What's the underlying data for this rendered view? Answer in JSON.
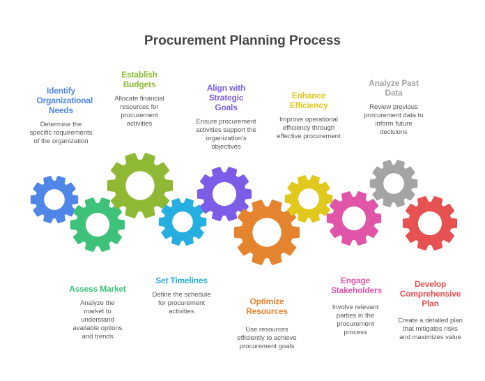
{
  "title": "Procurement Planning Process",
  "steps": [
    {
      "title": "Identify Organizational Needs",
      "desc": "Determine the specific requirements of the organization",
      "color": "#4f86e8"
    },
    {
      "title": "Assess Market",
      "desc": "Analyze the market to understand available options and trends",
      "color": "#3ec27a"
    },
    {
      "title": "Establish Budgets",
      "desc": "Allocate financial resources for procurement activities",
      "color": "#8fb935"
    },
    {
      "title": "Set Timelines",
      "desc": "Define the schedule for procurement activities",
      "color": "#27aee0"
    },
    {
      "title": "Align with Strategic Goals",
      "desc": "Ensure procurement activities support the organization's objectives",
      "color": "#7d5ce8"
    },
    {
      "title": "Optimize Resources",
      "desc": "Use resources efficiently to achieve procurement goals",
      "color": "#e5842e"
    },
    {
      "title": "Enhance Efficiency",
      "desc": "Improve operational efficiency through effective procurement",
      "color": "#e1c81c"
    },
    {
      "title": "Engage Stakeholders",
      "desc": "Involve relevant parties in the procurement process",
      "color": "#e055a8"
    },
    {
      "title": "Analyze Past Data",
      "desc": "Review previous procurement data to inform future decisions",
      "color": "#a4a4a4"
    },
    {
      "title": "Develop Comprehensive Plan",
      "desc": "Create a detailed plan that mitigates risks and maximizes value",
      "color": "#e65151"
    }
  ]
}
